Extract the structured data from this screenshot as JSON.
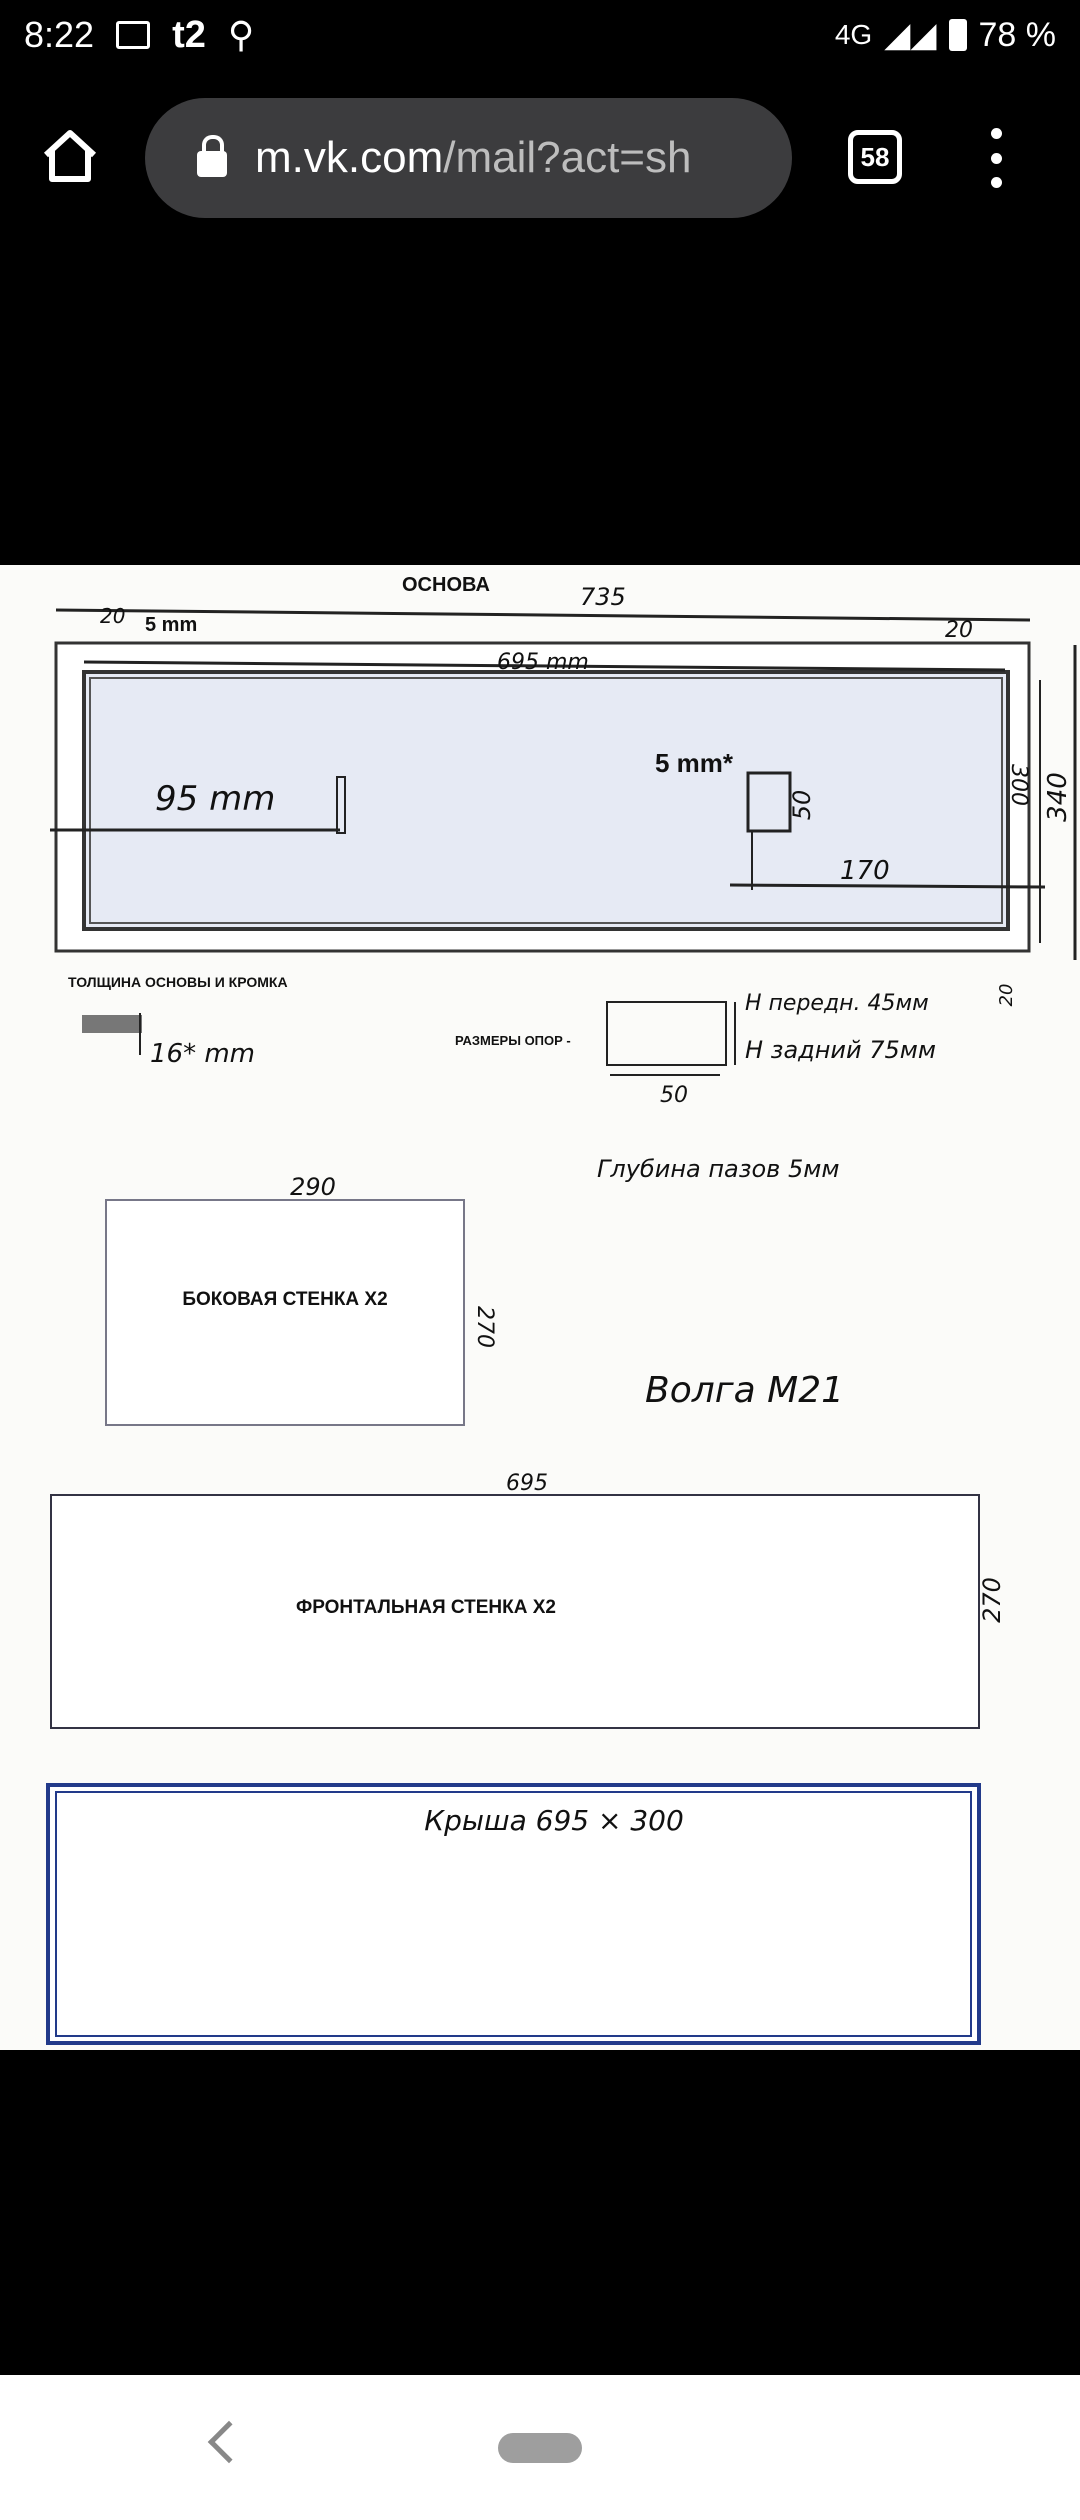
{
  "status_bar": {
    "time": "8:22",
    "carrier": "t2",
    "network": "4G",
    "battery": "78 %",
    "icons": [
      "image-icon",
      "search-icon",
      "signal-icon",
      "battery-icon"
    ]
  },
  "browser": {
    "url_host": "m.vk.com",
    "url_rest": "/mail?act=sh",
    "tab_count": "58"
  },
  "drawing": {
    "base": {
      "title": "ОСНОВА",
      "length": "735",
      "edge_left": "20",
      "groove_offset": "5 mm",
      "inner_length": "695 mm",
      "edge_right": "20",
      "groove_width": "5 mm*",
      "slot_offset": "95 mm",
      "slot_height": "50",
      "right_offset": "170",
      "inner_width": "300",
      "outer_width": "340",
      "bottom_edge": "20"
    },
    "thickness": {
      "label": "ТОЛЩИНА ОСНОВЫ И КРОМКА",
      "value": "16* mm"
    },
    "supports": {
      "label": "РАЗМЕРЫ ОПОР -",
      "front_height": "H передн. 45мм",
      "rear_height": "H задний 75мм",
      "width": "50"
    },
    "groove_depth": "Глубина пазов 5мм",
    "side_wall": {
      "label": "БОКОВАЯ СТЕНКА Х2",
      "width": "290",
      "height": "270"
    },
    "model": "Волга М21",
    "front_wall": {
      "label": "ФРОНТАЛЬНАЯ СТЕНКА Х2",
      "width": "695",
      "height": "270"
    },
    "roof": {
      "label": "Крыша 695 × 300"
    }
  }
}
